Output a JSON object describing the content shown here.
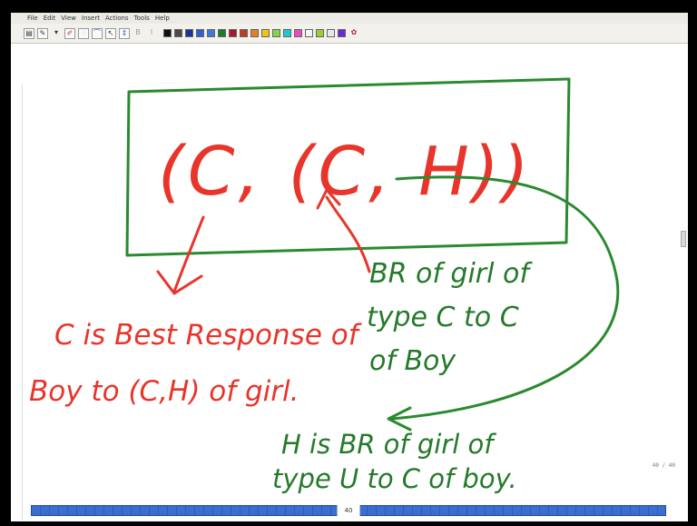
{
  "menu": [
    "File",
    "Edit",
    "View",
    "Insert",
    "Actions",
    "Tools",
    "Help"
  ],
  "toolbar": {
    "swatches": [
      "#111111",
      "#4a4a4a",
      "#1f2f9c",
      "#2d5ed4",
      "#3a7ad9",
      "#1d7a2a",
      "#a6192e",
      "#c0392b",
      "#e67e22",
      "#f1c40f",
      "#7fd64a",
      "#1ec9d6",
      "#ee48c8",
      "#f4f4f4",
      "#9acd32",
      "#e8e8e8",
      "#6a2bd6"
    ]
  },
  "board": {
    "tuple_text": "(C, (C, H))",
    "red_note_line1": "C is Best Response of",
    "red_note_line2": "Boy to (C,H) of girl.",
    "green_note1_line1": "BR of girl of",
    "green_note1_line2": "type C to C",
    "green_note1_line3": "of Boy",
    "green_note2_line1": "H is BR of girl of",
    "green_note2_line2": "type U to C of boy."
  },
  "status": {
    "page": "40",
    "page_corner": "40 / 40"
  }
}
